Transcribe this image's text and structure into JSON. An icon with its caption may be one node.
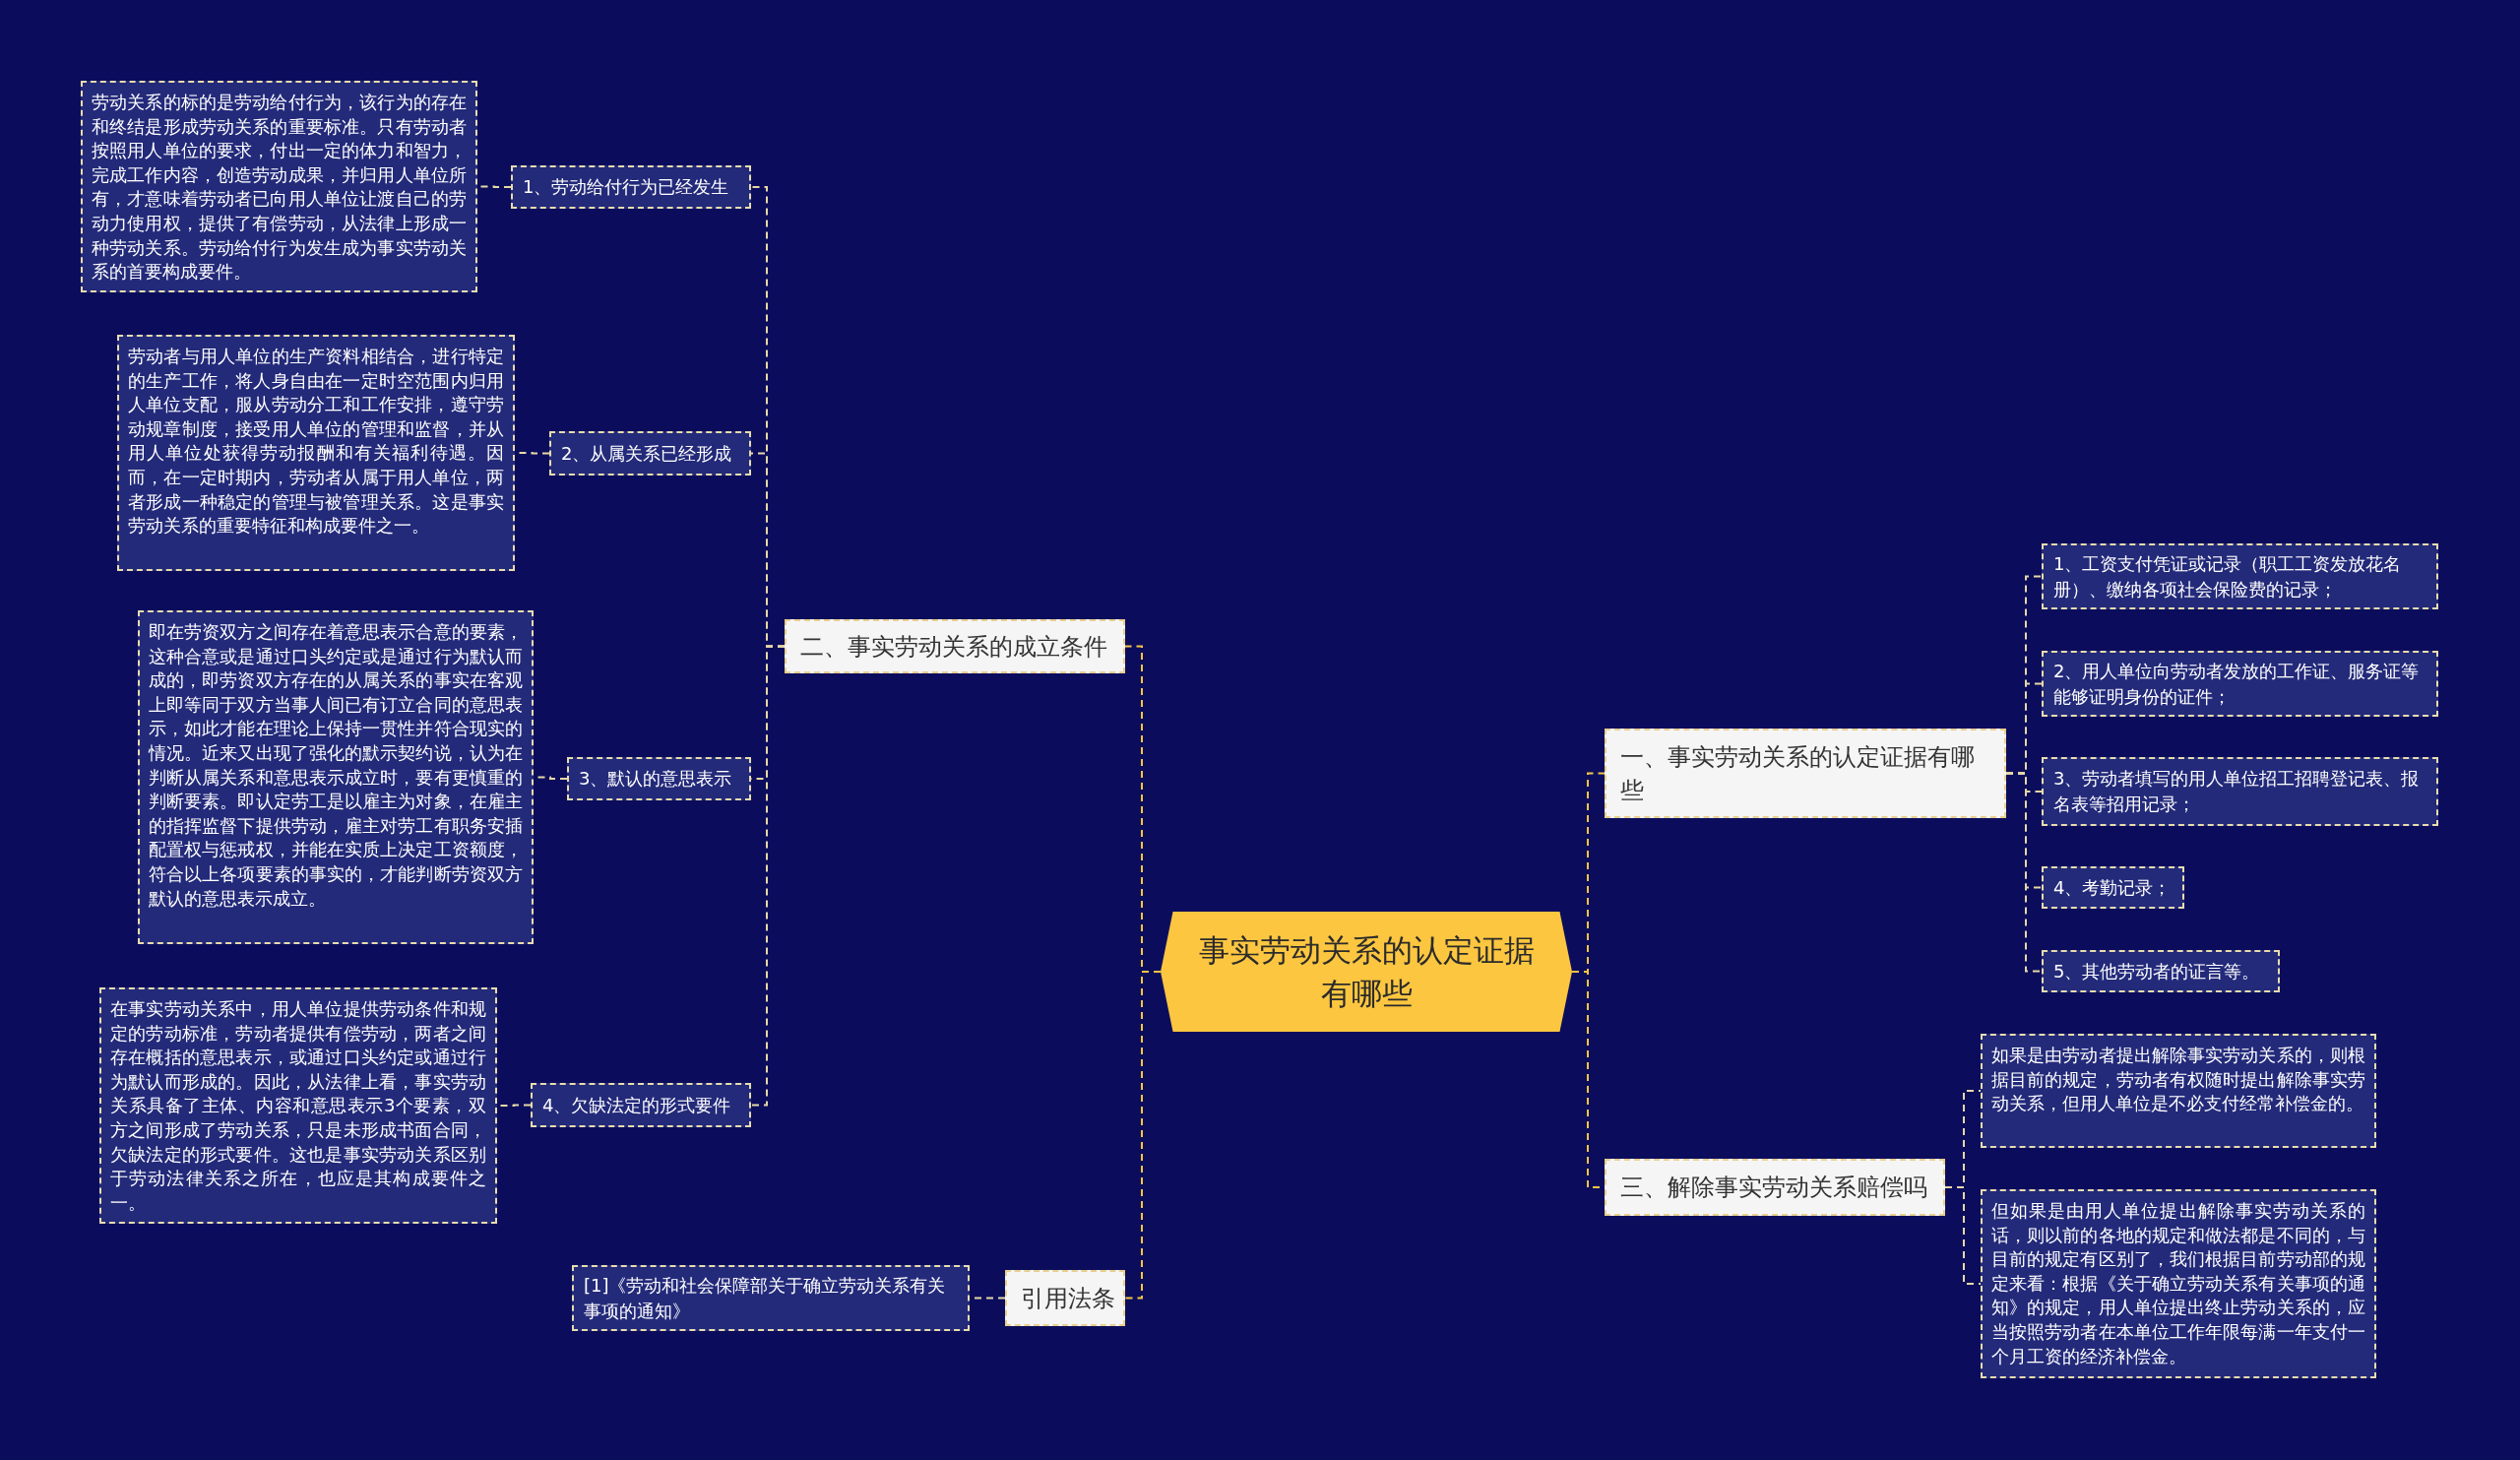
{
  "diagram": {
    "nodes": [
      {
        "text": [
          "事实劳动关系的认定证据有哪些"
        ]
      },
      {
        "text": [
          "二、事实劳动关系的成立条件"
        ]
      },
      {
        "text": [
          "1、劳动给付行为已经发生"
        ]
      },
      {
        "text": [
          "劳动关系的标的是劳动给付行为，该行为的存在和终结是形成劳动关系的重要标准。只有劳动者按照用人单位的要求，付出一定的体力和智力，完成工作内容，创造劳动成果，并归用人单位所有，才意味着劳动者已向用人单位让渡自己的劳动力使用权，提供了有偿劳动，从法律上形成一种劳动关系。劳动给付行为发生成为事实劳动关系的首要构成要件。"
        ]
      },
      {
        "text": [
          "2、从属关系已经形成"
        ]
      },
      {
        "text": [
          "劳动者与用人单位的生产资料相结合，进行特定的生产工作，将人身自由在一定时空范围内归用人单位支配，服从劳动分工和工作安排，遵守劳动规章制度，接受用人单位的管理和监督，并从用人单位处获得劳动报酬和有关福利待遇。因而，在一定时期内，劳动者从属于用人单位，两者形成一种稳定的管理与被管理关系。这是事实劳动关系的重要特征和构成要件之一。"
        ]
      },
      {
        "text": [
          "3、默认的意思表示"
        ]
      },
      {
        "text": [
          "即在劳资双方之间存在着意思表示合意的要素，这种合意或是通过口头约定或是通过行为默认而成的，即劳资双方存在的从属关系的事实在客观上即等同于双方当事人间已有订立合同的意思表示，如此才能在理论上保持一贯性并符合现实的情况。近来又出现了强化的默示契约说，认为在判断从属关系和意思表示成立时，要有更慎重的判断要素。即认定劳工是以雇主为对象，在雇主的指挥监督下提供劳动，雇主对劳工有职务安插配置权与惩戒权，并能在实质上决定工资额度，符合以上各项要素的事实的，才能判断劳资双方默认的意思表示成立。"
        ]
      },
      {
        "text": [
          "4、欠缺法定的形式要件"
        ]
      },
      {
        "text": [
          "在事实劳动关系中，用人单位提供劳动条件和规定的劳动标准，劳动者提供有偿劳动，两者之间存在概括的意思表示，或通过口头约定或通过行为默认而形成的。因此，从法律上看，事实劳动关系具备了主体、内容和意思表示3个要素，双方之间形成了劳动关系，只是未形成书面合同，欠缺法定的形式要件。这也是事实劳动关系区别于劳动法律关系之所在，也应是其构成要件之一。"
        ]
      },
      {
        "text": [
          "引用法条"
        ]
      },
      {
        "text": [
          "[1]《劳动和社会保障部关于确立劳动关系有关事项的通知》"
        ]
      },
      {
        "text": [
          "一、事实劳动关系的认定证据有哪些"
        ]
      },
      {
        "text": [
          "1、工资支付凭证或记录（职工工资发放花名册）、缴纳各项社会保险费的记录；"
        ]
      },
      {
        "text": [
          "2、用人单位向劳动者发放的工作证、服务证等能够证明身份的证件；"
        ]
      },
      {
        "text": [
          "3、劳动者填写的用人单位招工招聘登记表、报名表等招用记录；"
        ]
      },
      {
        "text": [
          "4、考勤记录；"
        ]
      },
      {
        "text": [
          "5、其他劳动者的证言等。"
        ]
      },
      {
        "text": [
          "三、解除事实劳动关系赔偿吗"
        ]
      },
      {
        "text": [
          "如果是由劳动者提出解除事实劳动关系的，则根据目前的规定，劳动者有权随时提出解除事实劳动关系，但用人单位是不必支付经常补偿金的。"
        ]
      },
      {
        "text": [
          "但如果是由用人单位提出解除事实劳动关系的话，则以前的各地的规定和做法都是不同的，与目前的规定有区别了，我们根据目前劳动部的规定来看：根据《关于确立劳动关系有关事项的通知》的规定，用人单位提出终止劳动关系的，应当按照劳动者在本单位工作年限每满一年支付一个月工资的经济补偿金。"
        ]
      }
    ],
    "edges": [
      {
        "from": 0,
        "to": 1,
        "arrow": "none",
        "color": "#f5c542"
      },
      {
        "from": 0,
        "to": 10,
        "arrow": "none",
        "color": "#f5c542"
      },
      {
        "from": 0,
        "to": 12,
        "arrow": "none",
        "color": "#f5c542"
      },
      {
        "from": 0,
        "to": 18,
        "arrow": "none",
        "color": "#f5c542"
      },
      {
        "from": 1,
        "to": 2,
        "arrow": "none"
      },
      {
        "from": 1,
        "to": 4,
        "arrow": "none"
      },
      {
        "from": 1,
        "to": 6,
        "arrow": "none"
      },
      {
        "from": 1,
        "to": 8,
        "arrow": "none"
      },
      {
        "from": 2,
        "to": 3,
        "arrow": "none"
      },
      {
        "from": 4,
        "to": 5,
        "arrow": "none"
      },
      {
        "from": 6,
        "to": 7,
        "arrow": "none"
      },
      {
        "from": 8,
        "to": 9,
        "arrow": "none"
      },
      {
        "from": 10,
        "to": 11,
        "arrow": "none"
      },
      {
        "from": 12,
        "to": 13,
        "arrow": "none"
      },
      {
        "from": 12,
        "to": 14,
        "arrow": "none"
      },
      {
        "from": 12,
        "to": 15,
        "arrow": "none"
      },
      {
        "from": 12,
        "to": 16,
        "arrow": "none"
      },
      {
        "from": 12,
        "to": 17,
        "arrow": "none"
      },
      {
        "from": 18,
        "to": 19,
        "arrow": "none"
      },
      {
        "from": 18,
        "to": 20,
        "arrow": "none"
      }
    ]
  }
}
